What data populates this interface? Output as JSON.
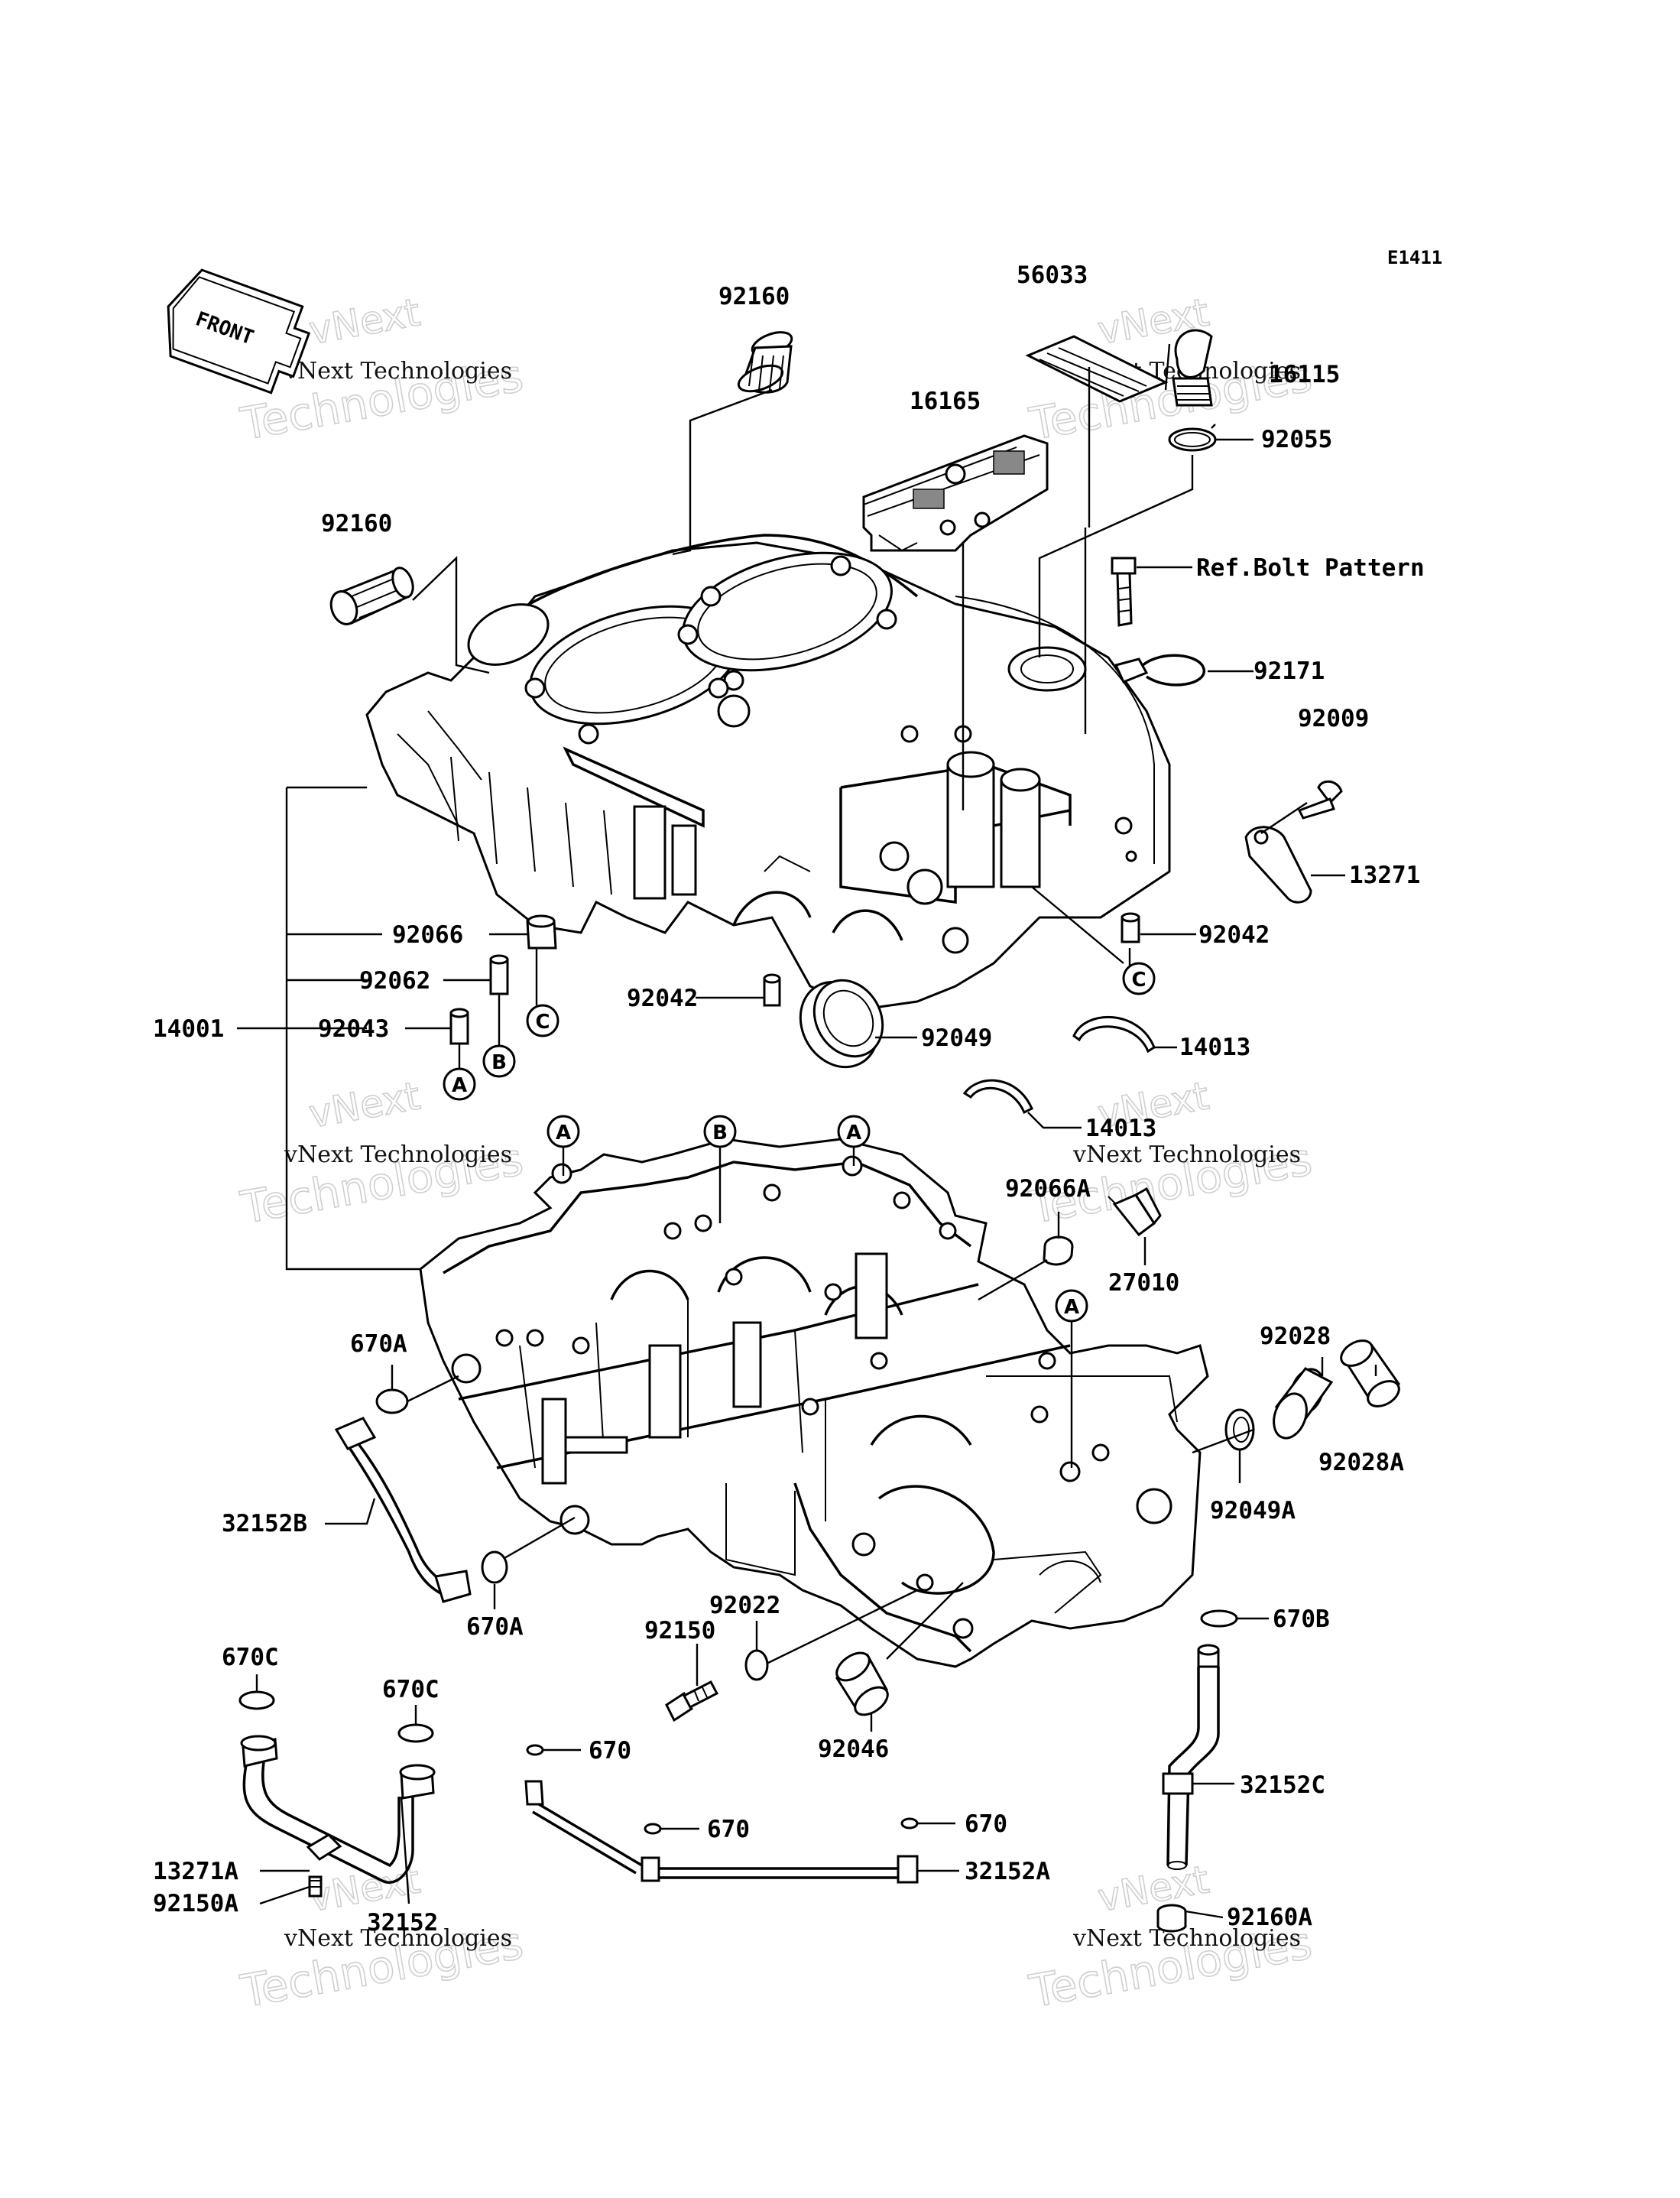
{
  "diagram_code": "E1411",
  "front_label": "FRONT",
  "ref_note": "Ref.Bolt Pattern",
  "watermark": {
    "line1": "vNext Technologies",
    "line2": "Technologies",
    "line3": "vNext"
  },
  "parts": {
    "p92160_top": "92160",
    "p56033": "56033",
    "p16115": "16115",
    "p16165": "16165",
    "p92055": "92055",
    "p92160_left": "92160",
    "p92171": "92171",
    "p92009": "92009",
    "p13271": "13271",
    "p92066": "92066",
    "p92042_right": "92042",
    "p92062": "92062",
    "p14001": "14001",
    "p92043": "92043",
    "p92042_mid": "92042",
    "p92049": "92049",
    "p14013_a": "14013",
    "p14013_b": "14013",
    "p92066A": "92066A",
    "p27010": "27010",
    "p670A_top": "670A",
    "p92028": "92028",
    "p92028A": "92028A",
    "p32152B": "32152B",
    "p92049A": "92049A",
    "p670A_bottom": "670A",
    "p92022": "92022",
    "p92150": "92150",
    "p670B": "670B",
    "p670C_left": "670C",
    "p670C_right": "670C",
    "p92046": "92046",
    "p670_a": "670",
    "p670_b": "670",
    "p670_c": "670",
    "p32152C": "32152C",
    "p13271A": "13271A",
    "p32152A": "32152A",
    "p92150A": "92150A",
    "p32152": "32152",
    "p92160A": "92160A"
  },
  "ref_letters": {
    "a": "A",
    "b": "B",
    "c": "C"
  }
}
